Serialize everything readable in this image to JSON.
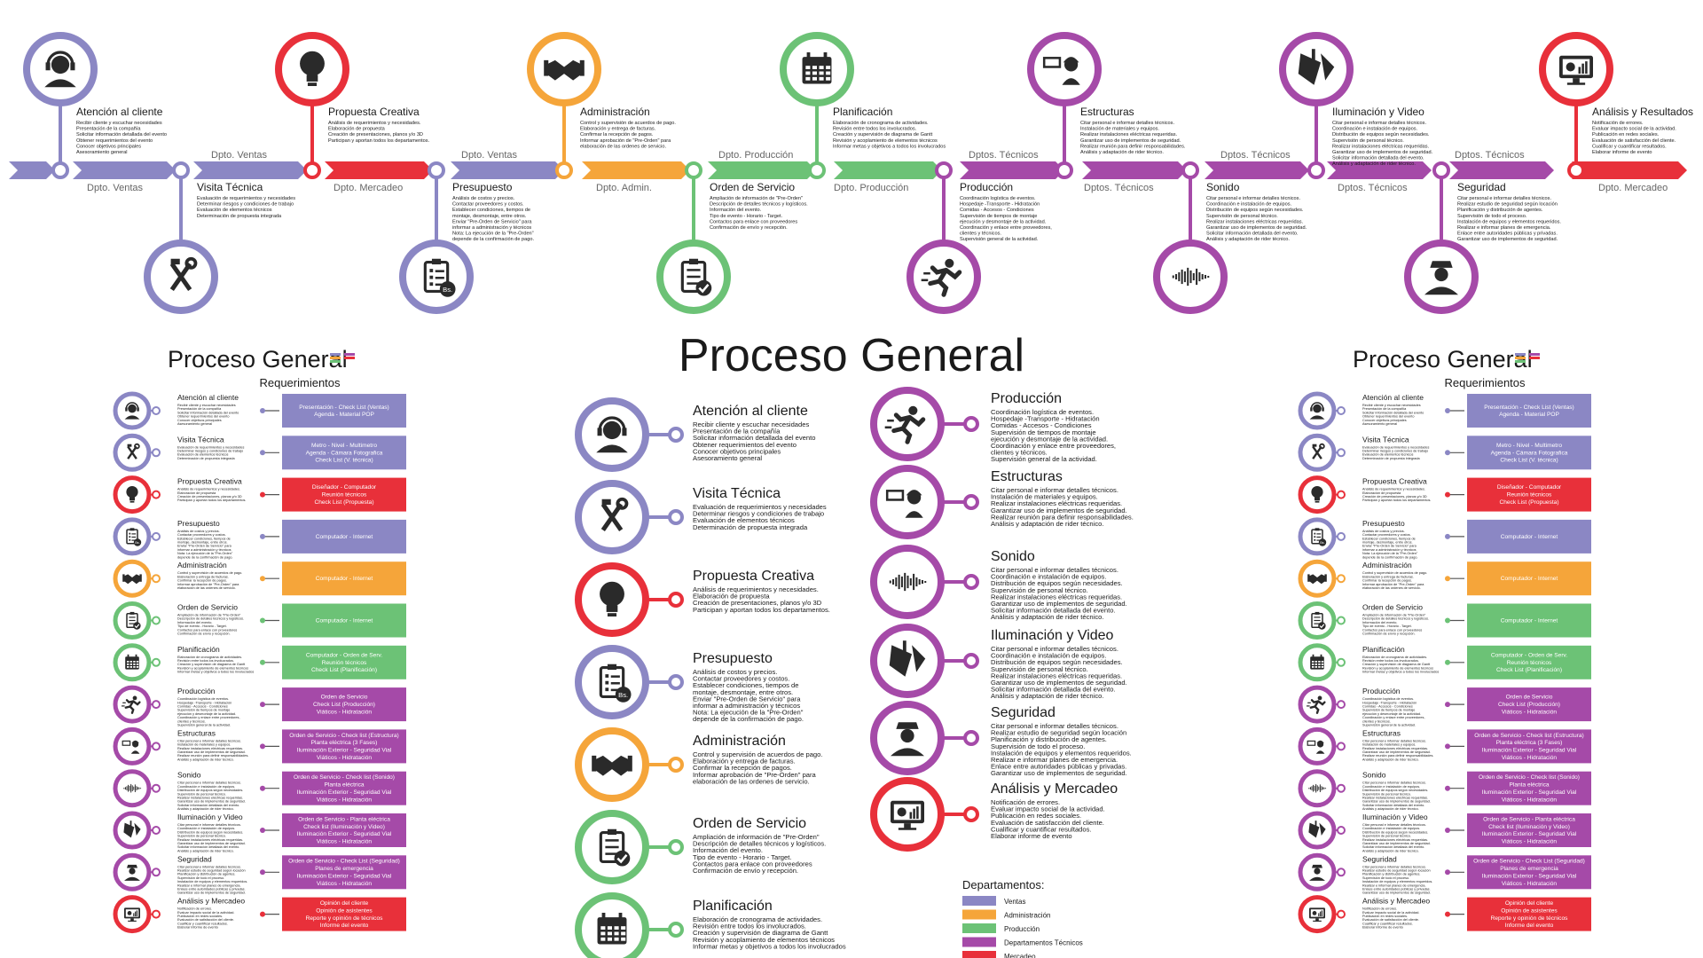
{
  "colors": {
    "ventas": "#8b87c4",
    "admin": "#f5a53a",
    "produccion": "#6cc276",
    "tecnicos": "#a54aa8",
    "mercado": "#e8303a",
    "icon": "#2a2a2a"
  },
  "steps": [
    {
      "title": "Atención al cliente",
      "dept": "ventas",
      "icon": "headset-icon",
      "lines": [
        "Recibir cliente y escuchar necesidades",
        "Presentación de la compañía",
        "Solicitar información detallada del evento",
        "Obtener requerimientos del evento",
        "Conocer objetivos principales",
        "Asesoramiento general"
      ],
      "req": [
        "Presentación - Check List (Ventas)",
        "Agenda - Material POP"
      ]
    },
    {
      "title": "Visita Técnica",
      "dept": "ventas",
      "icon": "tools-icon",
      "lines": [
        "Evaluación de requerimientos y necesidades",
        "Determinar riesgos y condiciones de trabajo",
        "Evaluación de elementos técnicos",
        "Determinación de propuesta integrada"
      ],
      "req": [
        "Metro - Nivel - Multimetro",
        "Agenda - Cámara Fotografica",
        "Check List (V. técnica)"
      ]
    },
    {
      "title": "Propuesta Creativa",
      "dept": "mercado",
      "icon": "lightbulb-icon",
      "lines": [
        "Análisis de requerimientos y necesidades.",
        "Elaboración de propuesta",
        "Creación de presentaciones, planos y/o 3D",
        "Participan y aportan todos los departamentos."
      ],
      "req": [
        "Diseñador - Computador",
        "Reunión técnicos",
        "Check List (Propuesta)"
      ]
    },
    {
      "title": "Presupuesto",
      "dept": "ventas",
      "icon": "checklist-bs-icon",
      "lines": [
        "Análisis de costos y precios.",
        "Contactar proveedores y costos.",
        "Establecer condiciones, tiempos de",
        "montaje, desmontaje, entre otros.",
        "Enviar \"Pre-Orden de Servicio\" para",
        "informar a administración y técnicos",
        "Nota: La ejecución de la \"Pre-Orden\"",
        "depende de la confirmación de pago."
      ],
      "req": [
        "Computador - Internet"
      ]
    },
    {
      "title": "Administración",
      "dept": "admin",
      "icon": "handshake-icon",
      "lines": [
        "Control y supervisión de acuerdos de pago.",
        "Elaboración y entrega de facturas.",
        "Confirmar la recepción de pagos.",
        "Informar aprobación de \"Pre-Orden\" para",
        "elaboración de las ordenes de servicio."
      ],
      "req": [
        "Computador - Internet"
      ]
    },
    {
      "title": "Orden de Servicio",
      "dept": "produccion",
      "icon": "clipboard-check-icon",
      "lines": [
        "Ampliación de información de \"Pre-Orden\"",
        "Descripción de detalles técnicos y logísticos.",
        "Información del evento.",
        "Tipo de evento - Horario - Target.",
        "Contactos para enlace con proveedores",
        "Confirmación de envío y recepción."
      ],
      "req": [
        "Computador - Internet"
      ]
    },
    {
      "title": "Planificación",
      "dept": "produccion",
      "icon": "calendar-icon",
      "lines": [
        "Elaboración de cronograma de actividades.",
        "Revisión entre todos los involucrados.",
        "Creación y supervisión de diagrama de Gantt",
        "Revisión y acoplamiento de elementos técnicos",
        "Informar metas y objetivos a todos los involucrados"
      ],
      "req": [
        "Computador - Orden de Serv.",
        "Reunión técnicos",
        "Check List (Planificación)"
      ]
    },
    {
      "title": "Producción",
      "dept": "tecnicos",
      "icon": "runner-icon",
      "lines": [
        "Coordinación logística de eventos.",
        "Hospedaje -Transporte - Hidratación",
        "Comidas - Accesos - Condiciones",
        "Supervisión de tiempos de montaje",
        "ejecución y desmontaje de la actividad.",
        "Coordinación y enlace entre proveedores,",
        "clientes y técnicos.",
        "Supervisión general de la actividad."
      ],
      "req": [
        "Orden de Servicio",
        "Check List (Producción)",
        "Viáticos - Hidratación"
      ]
    },
    {
      "title": "Estructuras",
      "dept": "tecnicos",
      "icon": "worker-icon",
      "lines": [
        "Citar personal e informar detalles técnicos.",
        "Instalación de materiales y equipos.",
        "Realizar instalaciones eléctricas requeridas.",
        "Garantizar uso de implementos de seguridad.",
        "Realizar reunión para definir responsabilidades.",
        "Análisis y adaptación de rider técnico."
      ],
      "req": [
        "Orden de Servicio - Check list (Estructura)",
        "Planta eléctrica (3 Fases)",
        "Iluminación Exterior - Seguridad Vial",
        "Viáticos - Hidratación"
      ]
    },
    {
      "title": "Sonido",
      "dept": "tecnicos",
      "icon": "soundwave-icon",
      "lines": [
        "Citar personal e informar detalles técnicos.",
        "Coordinación e instalación de equipos.",
        "Distribución de equipos según necesidades.",
        "Supervisión de personal técnico.",
        "Realizar instalaciones eléctricas requeridas.",
        "Garantizar uso de implementos de seguridad.",
        "Solicitar información detallada del evento.",
        "Análisis y adaptación de rider técnico."
      ],
      "req": [
        "Orden de Servicio - Check list (Sonido)",
        "Planta eléctrica",
        "Iluminación Exterior - Seguridad Vial",
        "Viáticos - Hidratación"
      ]
    },
    {
      "title": "Iluminación y Video",
      "dept": "tecnicos",
      "icon": "stage-lights-icon",
      "lines": [
        "Citar personal e informar detalles técnicos.",
        "Coordinación e instalación de equipos.",
        "Distribución de equipos según necesidades.",
        "Supervisión de personal técnico.",
        "Realizar instalaciones eléctricas requeridas.",
        "Garantizar uso de implementos de seguridad.",
        "Solicitar información detallada del evento.",
        "Análisis y adaptación de rider técnico."
      ],
      "req": [
        "Orden de Servicio - Planta eléctrica",
        "Check list (Iluminación y Video)",
        "Iluminación Exterior - Seguridad Vial",
        "Viáticos - Hidratación"
      ]
    },
    {
      "title": "Seguridad",
      "dept": "tecnicos",
      "icon": "security-guard-icon",
      "lines": [
        "Citar personal e informar detalles técnicos.",
        "Realizar estudio de seguridad según locación",
        "Planificación y distribución de agentes.",
        "Supervisión de todo el proceso.",
        "Instalación de equipos y elementos requeridos.",
        "Realizar e informar planes de emergencia.",
        "Enlace entre autoridades públicas y privadas.",
        "Garantizar uso de implementos de seguridad."
      ],
      "req": [
        "Orden de Servicio - Check List (Seguridad)",
        "Planes de emergencia",
        "Iluminación Exterior - Seguridad Vial",
        "Viáticos - Hidratación"
      ]
    },
    {
      "title": "Análisis y Mercadeo",
      "dept": "mercado",
      "icon": "monitor-chart-icon",
      "lines": [
        "Notificación de errores.",
        "Evaluar impacto social de la actividad.",
        "Publicación en redes sociales.",
        "Evaluación de satisfacción del cliente.",
        "Cualificar y cuantificar resultados.",
        "Elaborar informe de evento"
      ],
      "req": [
        "Opinión del cliente",
        "Opinión de asistentes",
        "Reporte y opinión de técnicos",
        "Informe del evento"
      ]
    }
  ],
  "timeline": {
    "top_titles": [
      "Atención al cliente",
      "Propuesta Creativa",
      "Administración",
      "Planificación",
      "Estructuras",
      "Iluminación y Video",
      "Análisis y Resultados"
    ],
    "bottom_titles": [
      "Visita Técnica",
      "Presupuesto",
      "Orden de Servicio",
      "Producción",
      "Sonido",
      "Seguridad"
    ],
    "dept_upper": [
      "Dpto. Ventas",
      "Dpto. Ventas",
      "Dpto. Producción",
      "Dptos. Técnicos",
      "Dptos. Técnicos",
      "Dptos. Técnicos"
    ],
    "dept_lower": [
      "Dpto. Ventas",
      "Dpto. Mercadeo",
      "Dpto. Admin.",
      "Dpto. Producción",
      "Dptos. Técnicos",
      "Dptos. Técnicos",
      "Dpto. Mercadeo"
    ]
  },
  "center": {
    "title": "Proceso General",
    "legend_title": "Departamentos:",
    "legend": [
      {
        "label": "Ventas",
        "dept": "ventas"
      },
      {
        "label": "Administración",
        "dept": "admin"
      },
      {
        "label": "Producción",
        "dept": "produccion"
      },
      {
        "label": "Departamentos Técnicos",
        "dept": "tecnicos"
      },
      {
        "label": "Mercadeo",
        "dept": "mercado"
      }
    ]
  },
  "side": {
    "title": "Proceso General",
    "req_header": "Requerimientos"
  }
}
